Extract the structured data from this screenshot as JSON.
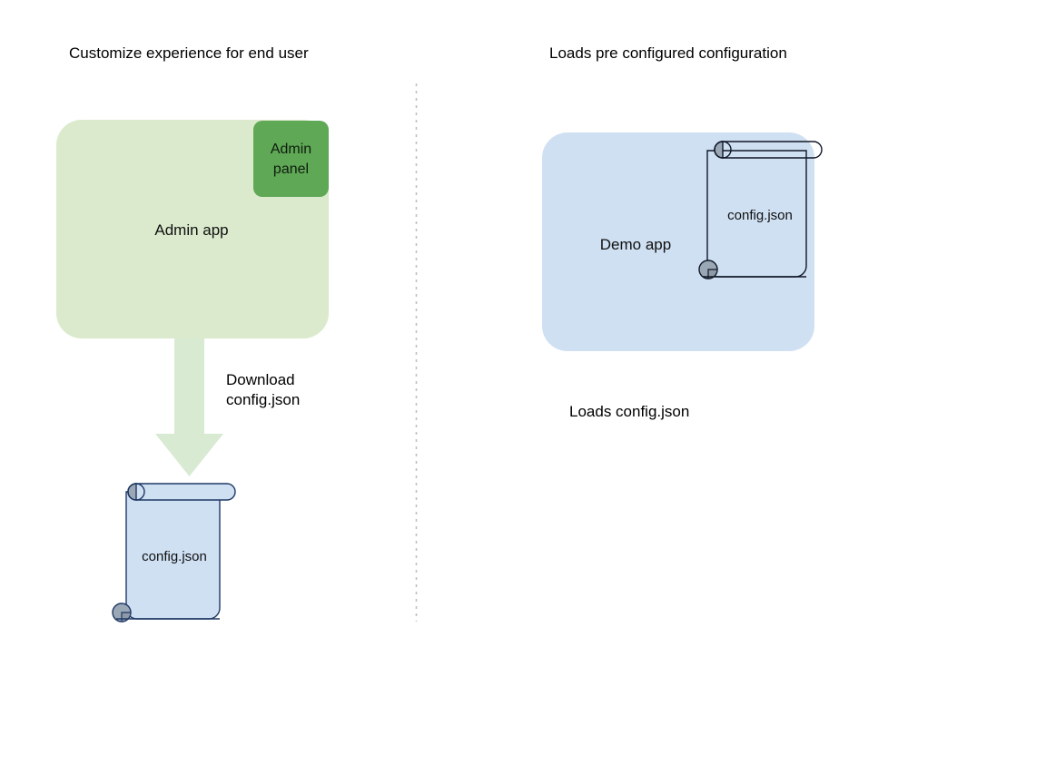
{
  "diagram": {
    "title_left": "Customize experience for end user",
    "title_right": "Loads pre configured configuration",
    "colors": {
      "app_green_fill": "#d9ead3",
      "panel_green_fill": "#5ea košt"
    }
  },
  "left_column": {
    "heading": "Customize experience for end user",
    "app_box": {
      "label": "Admin app",
      "fill": "#dbeacd"
    },
    "admin_panel": {
      "label": "Admin panel",
      "label_line1": "Admin",
      "label_line2": "panel",
      "fill": "#5fa855"
    },
    "arrow": {
      "label_line1": "Download",
      "label_line2": "config.json",
      "fill": "#d9ead3",
      "direction": "down"
    },
    "document": {
      "label": "config.json",
      "fill": "#cfe0f3",
      "stroke": "#1f3864"
    }
  },
  "right_column": {
    "heading": "Loads pre configured configuration",
    "app_box": {
      "label": "Demo app",
      "fill": "#cfe0f3"
    },
    "document": {
      "label": "config.json",
      "fill": "none",
      "stroke": "#101828"
    },
    "caption": "Loads config.json"
  },
  "divider": {
    "style": "dotted-vertical",
    "color": "#bfbfbf"
  }
}
